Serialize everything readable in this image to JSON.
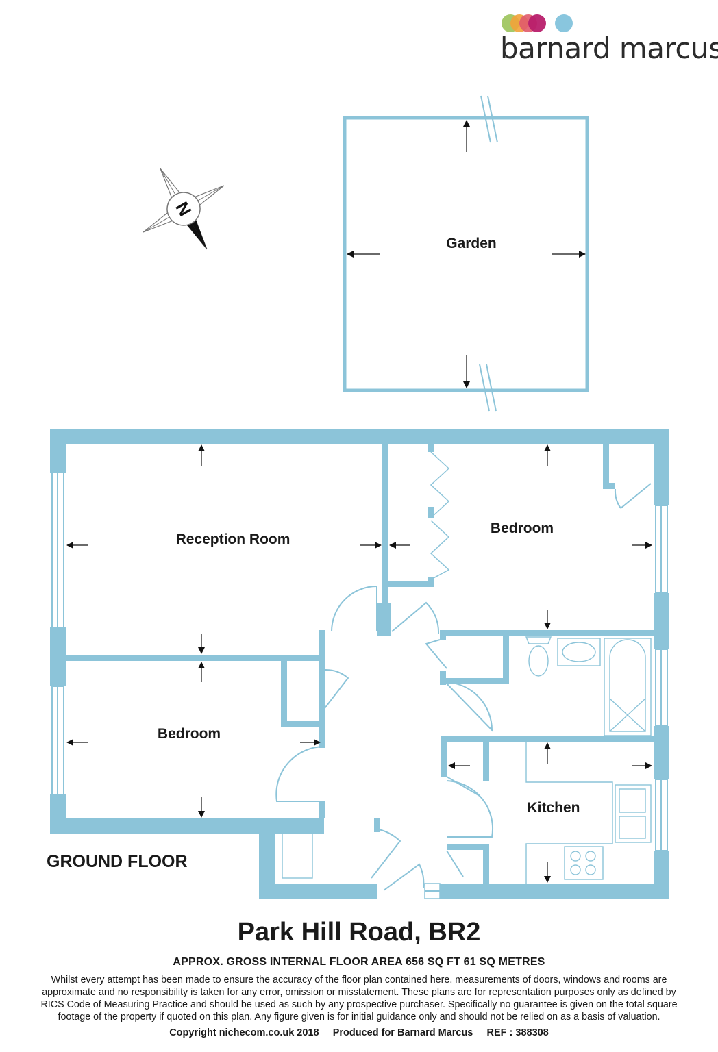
{
  "branding": {
    "company_name": "barnard marcus",
    "dot_colors": [
      "#9bc35a",
      "#f2a33a",
      "#e05a6b",
      "#b81f6b",
      "#89c6de"
    ]
  },
  "plan": {
    "wall_color": "#8cc4d9",
    "floor_label": "GROUND FLOOR",
    "compass_label": "N",
    "rooms": {
      "garden": "Garden",
      "reception": "Reception Room",
      "bedroom_1": "Bedroom",
      "bedroom_2": "Bedroom",
      "kitchen": "Kitchen"
    }
  },
  "footer": {
    "title": "Park Hill Road, BR2",
    "area": "APPROX. GROSS INTERNAL FLOOR AREA 656 SQ FT 61 SQ METRES",
    "disclaimer_lines": [
      "Whilst every attempt has been made to ensure the accuracy of the floor plan contained here, measurements of doors, windows and rooms are",
      "approximate and no responsibility is taken for any error, omission or misstatement. These plans are for representation purposes only as defined by",
      "RICS Code of Measuring Practice and should be used as such by any prospective purchaser.  Specifically no guarantee is given on the total square",
      "footage of the property if quoted on this plan. Any figure given is for initial guidance only and should not be relied on as a basis of valuation."
    ],
    "copyright": "Copyright nichecom.co.uk 2018     Produced for Barnard Marcus     REF : 388308"
  }
}
